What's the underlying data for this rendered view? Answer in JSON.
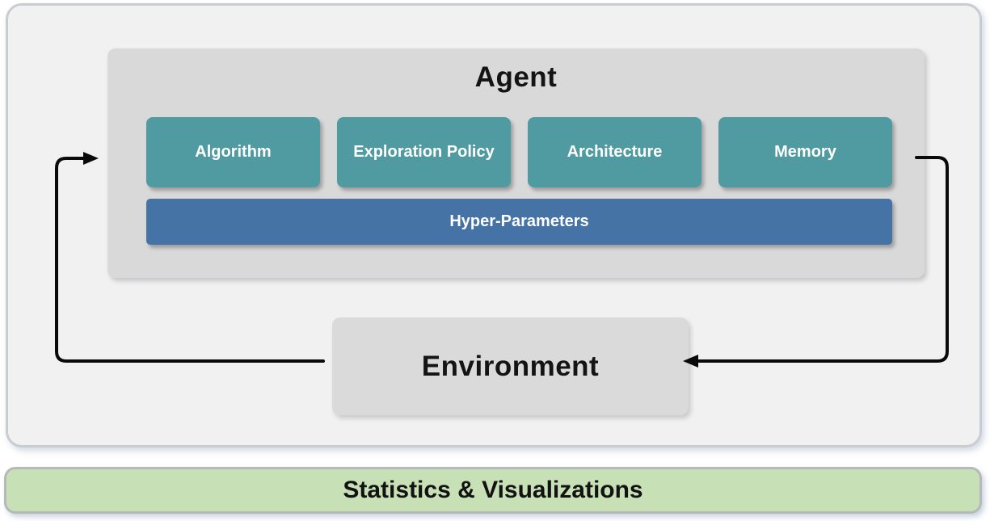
{
  "agent": {
    "title": "Agent",
    "modules": [
      "Algorithm",
      "Exploration Policy",
      "Architecture",
      "Memory"
    ],
    "hyper_parameters": "Hyper-Parameters"
  },
  "environment": {
    "title": "Environment"
  },
  "footer": {
    "label": "Statistics & Visualizations"
  },
  "arrows": {
    "environment_to_agent": {
      "direction": "right-into-agent",
      "color": "#0a0a0a"
    },
    "agent_to_environment": {
      "direction": "left-into-environment",
      "color": "#0a0a0a"
    }
  },
  "colors": {
    "module_teal": "#4f9ba1",
    "hyper_parameters_blue": "#4573a5",
    "agent_gray": "#d9d9d9",
    "environment_gray": "#dadada",
    "canvas_gray": "#f1f1f2",
    "canvas_border": "#c9cdd2",
    "footer_green": "#c8e0b5",
    "footer_border": "#b5b9bb",
    "arrow_black": "#0a0a0a"
  }
}
